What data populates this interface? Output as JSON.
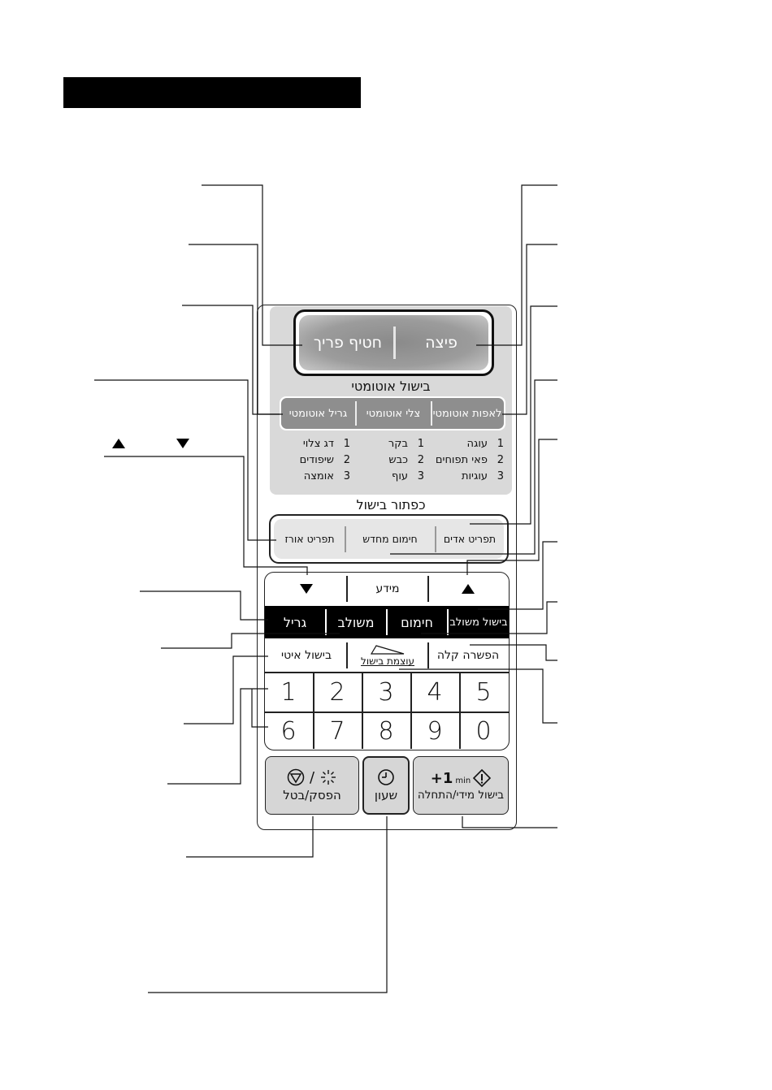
{
  "header": {
    "color": "#000000"
  },
  "legend_note": {
    "up_icon": "triangle-up-icon",
    "down_icon": "triangle-down-icon"
  },
  "quick_buttons": {
    "right": "פיצה",
    "left": "חטיף פריך"
  },
  "auto_section": {
    "title": "בישול אוטומטי",
    "buttons": [
      "לאפות אוטומטי",
      "צלי אוטומטי",
      "גריל אוטומטי"
    ],
    "menus": [
      [
        {
          "num": "1",
          "label": "עוגה"
        },
        {
          "num": "2",
          "label": "פאי תפוחים"
        },
        {
          "num": "3",
          "label": "עוגיות"
        }
      ],
      [
        {
          "num": "1",
          "label": "בקר"
        },
        {
          "num": "2",
          "label": "כבש"
        },
        {
          "num": "3",
          "label": "עוף"
        }
      ],
      [
        {
          "num": "1",
          "label": "דג צלוי"
        },
        {
          "num": "2",
          "label": "שיפודים"
        },
        {
          "num": "3",
          "label": "אומצה"
        }
      ]
    ]
  },
  "plate_section": {
    "title": "כפתור בישול",
    "buttons": [
      "תפריט אדים",
      "חימום מחדש",
      "תפריט אורז"
    ]
  },
  "keypad": {
    "info_label": "מידע",
    "up_icon": "triangle-up-icon",
    "down_icon": "triangle-down-icon",
    "mode_buttons": [
      "בישול משולב",
      "חימום",
      "משולב",
      "גריל"
    ],
    "func_buttons": {
      "defrost": "הפשרה קלה",
      "power": "עוצמת בישול",
      "slow": "בישול איטי"
    },
    "digits_row1": [
      "5",
      "4",
      "3",
      "2",
      "1"
    ],
    "digits_row2": [
      "0",
      "9",
      "8",
      "7",
      "6"
    ]
  },
  "bottom_buttons": {
    "start": {
      "label": "בישול מידי/התחלה",
      "plus": "+1",
      "unit": "min"
    },
    "clock": {
      "label": "שעון"
    },
    "stop": {
      "label": "הפסק/בטל",
      "slash": "/"
    }
  }
}
